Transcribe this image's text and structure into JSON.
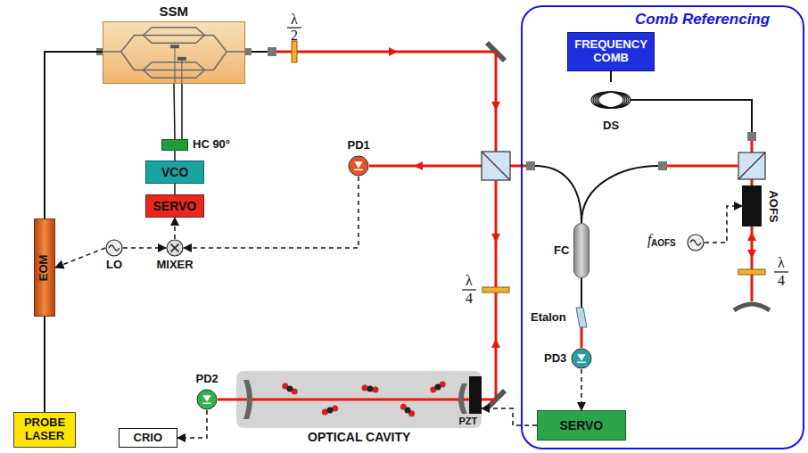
{
  "diagram": {
    "nodes": [
      {
        "text": [
          "SSM"
        ]
      },
      {
        "text": [
          "HC 90°"
        ]
      },
      {
        "text": [
          "VCO"
        ]
      },
      {
        "text": [
          "SERVO"
        ]
      },
      {
        "text": [
          "LO"
        ]
      },
      {
        "text": [
          "MIXER"
        ]
      },
      {
        "text": [
          "EOM"
        ]
      },
      {
        "text": [
          "PROBE LASER"
        ]
      },
      {
        "text": [
          "PD1"
        ]
      },
      {
        "text": [
          "OPTICAL CAVITY"
        ]
      },
      {
        "text": [
          "PZT"
        ],
        "in": 9
      },
      {
        "text": [
          "PD2"
        ]
      },
      {
        "text": [
          "CRIO"
        ]
      },
      {
        "text": [
          "Comb Referencing"
        ]
      },
      {
        "text": [
          "FREQUENCY COMB"
        ],
        "in": 13
      },
      {
        "text": [
          "DS"
        ],
        "in": 13
      },
      {
        "text": [
          "AOFS"
        ],
        "in": 13
      },
      {
        "text": [
          "f",
          "AOFS"
        ],
        "in": 13
      },
      {
        "text": [
          "FC"
        ],
        "in": 13
      },
      {
        "text": [
          "Etalon"
        ],
        "in": 13
      },
      {
        "text": [
          "PD3"
        ],
        "in": 13
      },
      {
        "text": [
          "SERVO"
        ],
        "in": 13
      }
    ],
    "edges": [
      {
        "from": 7,
        "to": 6,
        "arrow": "none"
      },
      {
        "from": 6,
        "to": 0,
        "arrow": "none"
      },
      {
        "from": 1,
        "to": 0,
        "arrow": "none"
      },
      {
        "from": 2,
        "to": 1,
        "arrow": "none"
      },
      {
        "from": 3,
        "to": 2,
        "arrow": "none"
      },
      {
        "from": 5,
        "to": 3,
        "arrow": "to"
      },
      {
        "from": 4,
        "to": 5,
        "arrow": "to"
      },
      {
        "from": 4,
        "to": 6,
        "arrow": "to"
      },
      {
        "from": 8,
        "to": 5,
        "arrow": "to"
      },
      {
        "from": 11,
        "to": 12,
        "arrow": "to"
      },
      {
        "from": 14,
        "to": 15,
        "arrow": "none"
      },
      {
        "from": 17,
        "to": 16,
        "arrow": "to"
      },
      {
        "from": 20,
        "to": 21,
        "arrow": "to"
      },
      {
        "from": 21,
        "to": 10,
        "arrow": "to"
      },
      {
        "from": 18,
        "to": 19,
        "arrow": "none"
      },
      {
        "from": 19,
        "to": 20,
        "arrow": "none"
      }
    ],
    "labels": [
      "λ",
      "2",
      "λ",
      "4",
      "λ",
      "4"
    ]
  }
}
